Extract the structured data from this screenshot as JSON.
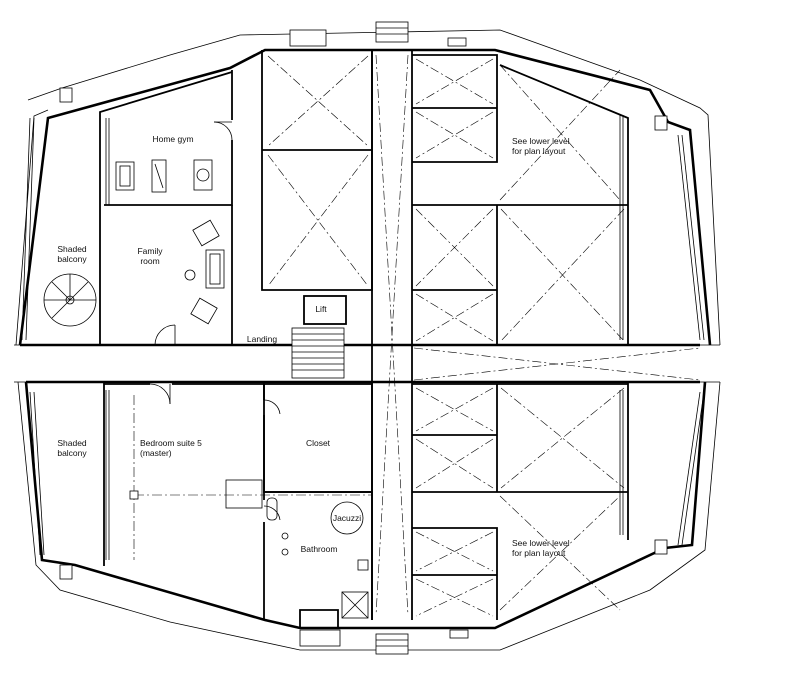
{
  "labels": {
    "home_gym": "Home gym",
    "family_room": "Family\nroom",
    "shaded_balcony_top": "Shaded\nbalcony",
    "lift": "Lift",
    "landing": "Landing",
    "see_lower_top": "See lower level\nfor plan layout",
    "shaded_balcony_bottom": "Shaded\nbalcony",
    "bedroom": "Bedroom suite 5\n(master)",
    "closet": "Closet",
    "jacuzzi": "Jacuzzi",
    "bathroom": "Bathroom",
    "see_lower_bottom": "See lower level\nfor plan layout"
  }
}
